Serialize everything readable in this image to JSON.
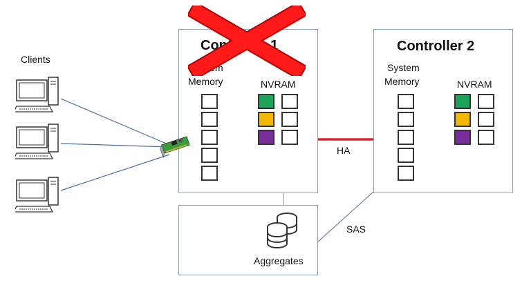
{
  "clients": {
    "label": "Clients"
  },
  "controller1": {
    "title": "Controller 1",
    "memory_label_line1": "System",
    "memory_label_line2": "Memory",
    "nvram_label": "NVRAM"
  },
  "controller2": {
    "title": "Controller 2",
    "memory_label_line1": "System",
    "memory_label_line2": "Memory",
    "nvram_label": "NVRAM"
  },
  "links": {
    "ha_label": "HA",
    "sas_label": "SAS"
  },
  "aggregates": {
    "label": "Aggregates"
  },
  "colors": {
    "green": "#1ea35a",
    "yellow": "#f5b800",
    "purple": "#7a2d9c",
    "ha_line": "#e0202a",
    "cross": "#ff1a1a",
    "client_line": "#4a6fa5"
  },
  "icons": [
    "computer-icon",
    "database-icon",
    "network-card-icon",
    "failure-cross-icon"
  ]
}
